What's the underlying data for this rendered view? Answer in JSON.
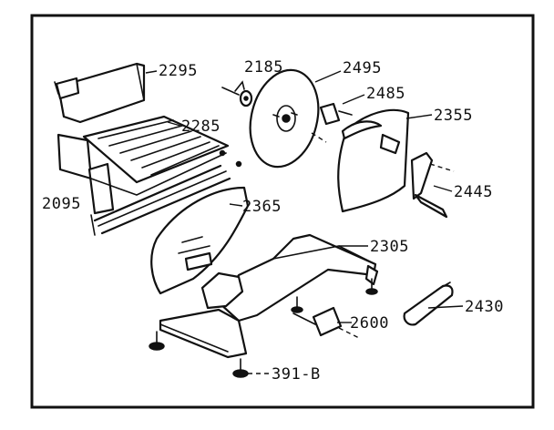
{
  "callouts": {
    "p2295": "2295",
    "p2185": "2185",
    "p2495": "2495",
    "p2485": "2485",
    "p2285": "2285",
    "p2355": "2355",
    "p2095": "2095",
    "p2445": "2445",
    "p2365": "2365",
    "p2305": "2305",
    "p2430": "2430",
    "p2600": "2600",
    "p391b": "391-B"
  },
  "colors": {
    "ink": "#111111",
    "paper": "#ffffff"
  }
}
